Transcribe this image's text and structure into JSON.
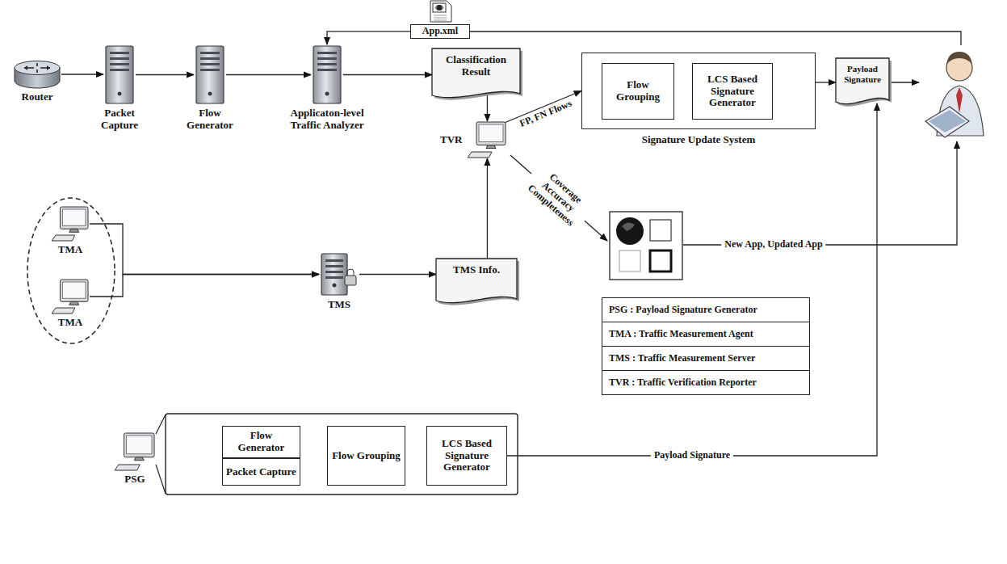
{
  "diagram": {
    "nodes": [
      {
        "text": [
          "Router"
        ]
      },
      {
        "text": [
          "Packet Capture"
        ]
      },
      {
        "text": [
          "Flow Generator"
        ]
      },
      {
        "text": [
          "Applicaton-level Traffic Analyzer"
        ]
      },
      {
        "text": [
          "App.xml"
        ]
      },
      {
        "text": [
          "Classification Result"
        ]
      },
      {
        "text": [
          "Signature Update System"
        ]
      },
      {
        "text": [
          "Flow Grouping"
        ],
        "in": 6
      },
      {
        "text": [
          "LCS Based Signature Generator"
        ],
        "in": 6
      },
      {
        "text": [
          "Payload Signature"
        ]
      },
      {
        "text": [
          "TVR"
        ]
      },
      {
        "text": [
          "TMA"
        ]
      },
      {
        "text": [
          "TMA"
        ]
      },
      {
        "text": [
          "TMS"
        ]
      },
      {
        "text": [
          "TMS Info."
        ]
      },
      {
        "text": [
          "PSG"
        ]
      },
      {
        "text": [
          "Flow Generator"
        ]
      },
      {
        "text": [
          "Packet Capture"
        ]
      },
      {
        "text": [
          "Flow Grouping"
        ]
      },
      {
        "text": [
          "LCS Based Signature Generator"
        ]
      }
    ],
    "edges": [
      {
        "from": 0,
        "to": 1,
        "arrow": "to"
      },
      {
        "from": 1,
        "to": 2,
        "arrow": "to"
      },
      {
        "from": 2,
        "to": 3,
        "arrow": "to"
      },
      {
        "from": 4,
        "to": 3,
        "arrow": "to"
      },
      {
        "from": 3,
        "to": 5,
        "arrow": "to"
      },
      {
        "from": 5,
        "to": 10,
        "arrow": "to"
      },
      {
        "from": 10,
        "to": 6,
        "label": "FP, FN Flows",
        "arrow": "to"
      },
      {
        "from": 6,
        "to": 9,
        "arrow": "to"
      },
      {
        "from": 11,
        "to": 13,
        "arrow": "to"
      },
      {
        "from": 12,
        "to": 13,
        "arrow": "to"
      },
      {
        "from": 13,
        "to": 14,
        "arrow": "to"
      },
      {
        "from": 14,
        "to": 10,
        "arrow": "to"
      },
      {
        "from": 19,
        "to": 9,
        "label": "Payload Signature",
        "arrow": "to"
      }
    ],
    "labels": [
      "Coverage Accuracy Completeness",
      "New App, Updated App",
      "PSG : Payload Signature Generator",
      "TMA : Traffic Measurement Agent",
      "TMS : Traffic Measurement Server",
      "TVR : Traffic Verification Reporter"
    ]
  }
}
